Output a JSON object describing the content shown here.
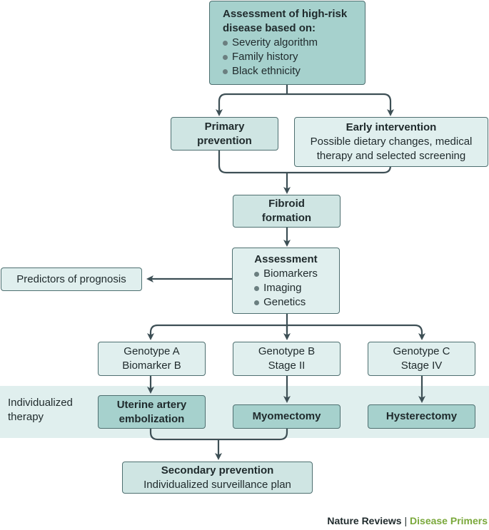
{
  "assessment_high_risk": {
    "title": "Assessment of high-risk disease based on:",
    "items": [
      "Severity algorithm",
      "Family history",
      "Black ethnicity"
    ]
  },
  "primary_prevention": "Primary prevention",
  "early_intervention": {
    "title": "Early intervention",
    "text": "Possible dietary changes, medical therapy and selected screening"
  },
  "fibroid_formation": "Fibroid formation",
  "assessment": {
    "title": "Assessment",
    "items": [
      "Biomarkers",
      "Imaging",
      "Genetics"
    ]
  },
  "predictors": "Predictors of prognosis",
  "genotypes": [
    {
      "line1": "Genotype A",
      "line2": "Biomarker B"
    },
    {
      "line1": "Genotype B",
      "line2": "Stage II"
    },
    {
      "line1": "Genotype C",
      "line2": "Stage IV"
    }
  ],
  "individualized_label": "Individualized therapy",
  "therapies": [
    "Uterine artery embolization",
    "Myomectomy",
    "Hysterectomy"
  ],
  "secondary_prevention": {
    "title": "Secondary prevention",
    "text": "Individualized surveillance plan"
  },
  "footer": {
    "brand": "Nature Reviews",
    "sep": " | ",
    "series": "Disease Primers"
  }
}
